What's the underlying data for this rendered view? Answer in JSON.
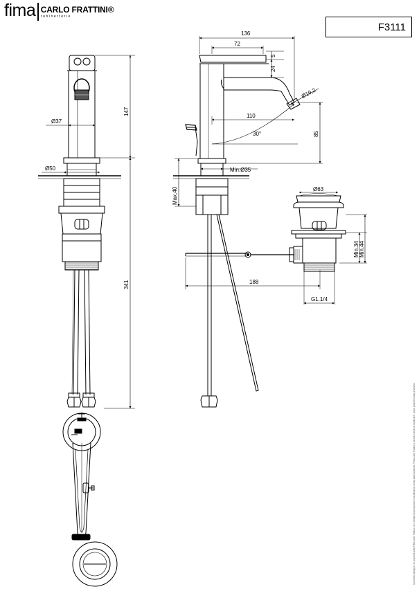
{
  "brand": {
    "name": "fima",
    "company": "CARLO FRATTINI",
    "registered": "®",
    "tagline": "rubinetterie"
  },
  "product": {
    "code": "F3111"
  },
  "dimensions": {
    "front_body_dia": "Ø37",
    "front_base_dia": "Ø50",
    "front_height_147": "147",
    "front_height_341": "341",
    "side_width_136": "136",
    "side_width_72": "72",
    "side_5": "5",
    "side_24": "24",
    "side_aerator": "Ø19,2",
    "side_reach_110": "110",
    "side_height_85": "85",
    "side_angle": "30°",
    "side_min_hole": "Min.Ø35",
    "side_max_40": "Max.40",
    "side_rod_188": "188",
    "waste_dia": "Ø63",
    "waste_min34": "Min.34",
    "waste_min44": "Min.44",
    "waste_thread": "G1.1/4"
  },
  "legal_note": "Il presente disegno è di proprietà della FIMA Carlo Frattini. Ne è vietata la riproduzione e la diffusione senza autorizzazione. FIMA Carlo Frattini si riserva il diritto di modificare i propri prodotti senza preavviso."
}
